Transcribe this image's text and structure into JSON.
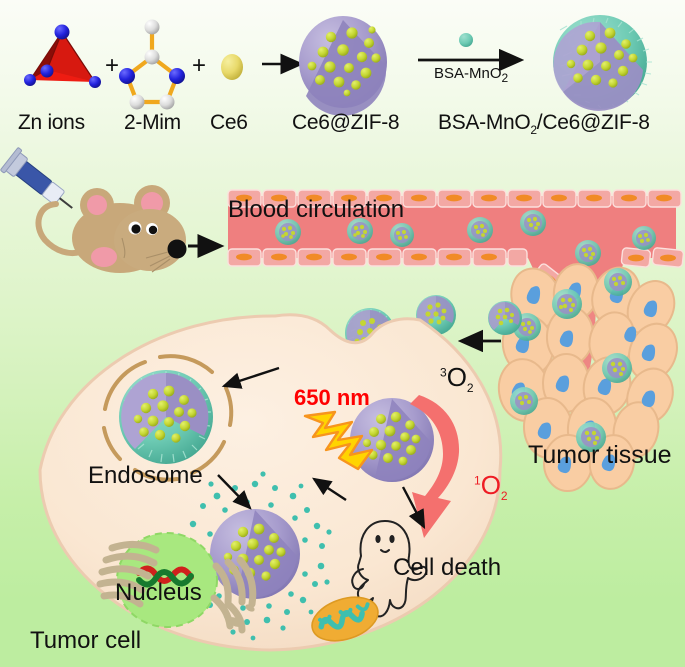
{
  "figure": {
    "title": "BSA-MnO2/Ce6@ZIF-8 nanoparticle synthesis and photodynamic tumor therapy schematic",
    "background_top_color": "#fbfdf7",
    "background_bottom_color": "#bdeda0"
  },
  "synthesis": {
    "reactants": [
      {
        "key": "zn",
        "label": "Zn ions",
        "icon": "zn-tetrahedron-icon",
        "color": "#ee1c12",
        "node_color": "#2222dd"
      },
      {
        "key": "mim",
        "label": "2-Mim",
        "icon": "imidazole-ring-icon",
        "bond_color": "#f0a81e",
        "n_color": "#2222dd",
        "c_color": "#dcdcdc"
      },
      {
        "key": "ce6",
        "label": "Ce6",
        "icon": "ce6-sphere-icon",
        "color": "#ead96a"
      }
    ],
    "plus_symbols": [
      "+",
      "+"
    ],
    "products": [
      {
        "key": "ce6zif8",
        "label": "Ce6@ZIF-8",
        "icon": "purple-nanoparticle-icon",
        "shell_color": "#a79ccd",
        "cargo_color": "#c4d632"
      },
      {
        "key": "bsamno2ce6zif8",
        "label": "BSA-MnO2/Ce6@ZIF-8",
        "label_parts": [
          "BSA-MnO",
          "2",
          "/Ce6@ZIF-8"
        ],
        "icon": "coated-nanoparticle-icon",
        "coat_color": "#6ecbb4",
        "core_color": "#a79ccd"
      }
    ],
    "arrow1": {
      "name": "reaction-arrow-1",
      "label": ""
    },
    "arrow2": {
      "name": "reaction-arrow-2",
      "label": "BSA-MnO2",
      "label_parts": [
        "BSA-MnO",
        "2"
      ],
      "reagent_icon": "mno2-dot-icon",
      "reagent_color": "#3fbfae"
    }
  },
  "invivo": {
    "syringe": {
      "name": "syringe-icon",
      "barrel_color": "#3a56a8",
      "tip_color": "#b9bfd6"
    },
    "mouse": {
      "name": "mouse-icon",
      "body_color": "#c8a87a",
      "ear_color": "#f09aa8",
      "nose_color": "#111111"
    },
    "injection_arrow": {
      "name": "injection-arrow"
    },
    "blood_vessel": {
      "label": "Blood circulation",
      "lumen_color": "#ef7f7f",
      "endothelium_color": "#f3a8a4",
      "nucleus_color": "#f18b26",
      "circulating_particles": 7
    },
    "tumor_tissue": {
      "label": "Tumor tissue",
      "cell_color": "#f9cda3",
      "cell_border": "#e8b98c",
      "nucleus_color": "#5a9fdd",
      "vessel_color": "#ef7f7f",
      "cell_count": 22,
      "internalized_particles": 6
    },
    "uptake_arrow": {
      "name": "uptake-arrow"
    }
  },
  "tumor_cell": {
    "label": "Tumor cell",
    "cytoplasm_color": "#fae7d2",
    "membrane_color": "#eccbb0",
    "organelles": {
      "nucleus": {
        "label": "Nucleus",
        "fill": "#a8e87f",
        "dna_colors": [
          "#d0211c",
          "#177a2e"
        ]
      },
      "endosome": {
        "label": "Endosome",
        "ring_color": "#c59a5c",
        "particle_coat": "#6ecbb4",
        "particle_core": "#a79ccd",
        "cargo_color": "#c4d632"
      },
      "golgi": {
        "name": "golgi-apparatus",
        "color": "#c3b391"
      },
      "mitochondrion": {
        "name": "mitochondrion",
        "outer_color": "#f0ac33",
        "crista_color": "#3fbfae"
      }
    },
    "laser": {
      "label": "650 nm",
      "color": "#ff0000",
      "bolt_colors": [
        "#ffd400",
        "#f7941d"
      ]
    },
    "oxygen_in": {
      "label": "3O2",
      "superscript": "3",
      "base": "O",
      "subscript": "2",
      "color": "#111111"
    },
    "oxygen_out": {
      "label": "1O2",
      "superscript": "1",
      "base": "O",
      "subscript": "2",
      "color": "#ee1c24"
    },
    "ros_arrow": {
      "name": "ros-conversion-arrow",
      "color": "#f4706e"
    },
    "cell_death": {
      "label": "Cell death",
      "icon": "ghost-icon",
      "color": "#111111"
    },
    "released_mno2": {
      "name": "released-mno2-dots",
      "color": "#3fbfae",
      "count": 46
    },
    "free_particles_entering": 3,
    "internal_arrows": 4
  }
}
